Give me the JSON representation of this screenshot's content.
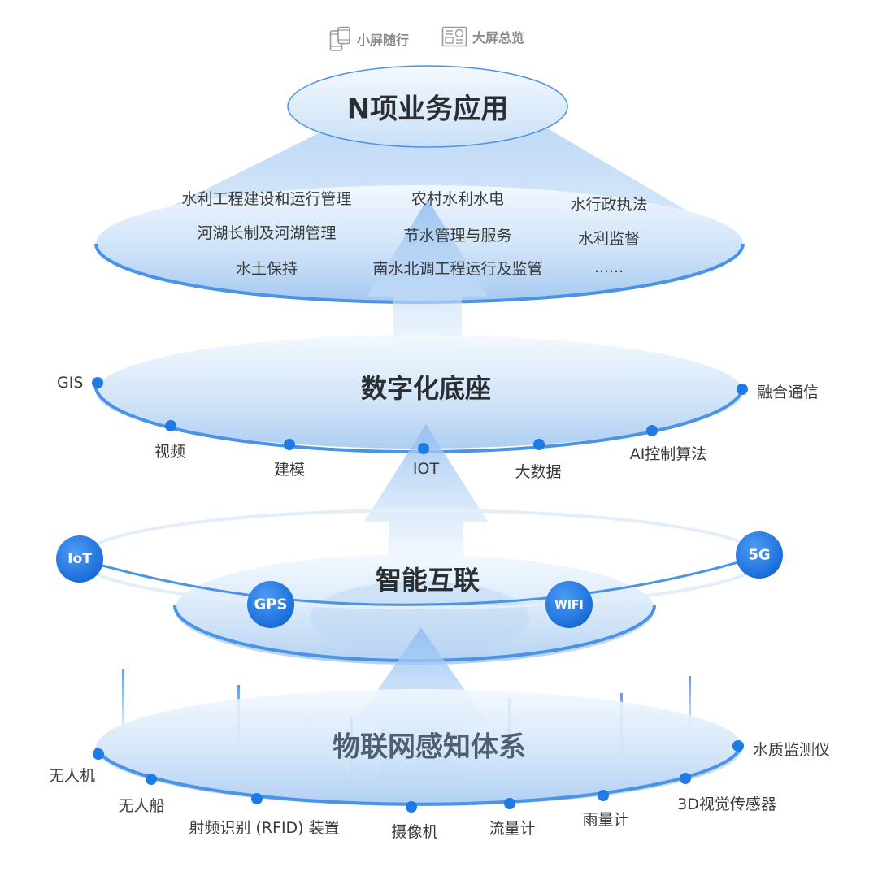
{
  "header": {
    "tabs": [
      {
        "label": "小屏随行",
        "icon": "mobile-phone-icon"
      },
      {
        "label": "大屏总览",
        "icon": "dashboard-screen-icon"
      }
    ]
  },
  "colors": {
    "accent": "#1e7be6",
    "disk_light": "#e4f0fc",
    "disk_mid": "#a9ccf2",
    "rim": "#4a93e6",
    "text": "#3a3a3a",
    "title": "#2b2e33"
  },
  "layers": {
    "applications": {
      "title": "N项业务应用",
      "items": [
        [
          "水利工程建设和运行管理",
          "农村水利水电",
          "水行政执法"
        ],
        [
          "河湖长制及河湖管理",
          "节水管理与服务",
          "水利监督"
        ],
        [
          "水土保持",
          "南水北调工程运行及监管",
          "......"
        ]
      ]
    },
    "digital_base": {
      "title": "数字化底座",
      "nodes": [
        "GIS",
        "视频",
        "建模",
        "IOT",
        "大数据",
        "AI控制算法",
        "融合通信"
      ]
    },
    "smart_interconnect": {
      "title": "智能互联",
      "nodes": [
        "IoT",
        "GPS",
        "WIFI",
        "5G"
      ]
    },
    "iot_sensing": {
      "title": "物联网感知体系",
      "nodes": [
        "无人机",
        "无人船",
        "射频识别 (RFID) 装置",
        "摄像机",
        "流量计",
        "雨量计",
        "3D视觉传感器",
        "水质监测仪"
      ]
    }
  }
}
